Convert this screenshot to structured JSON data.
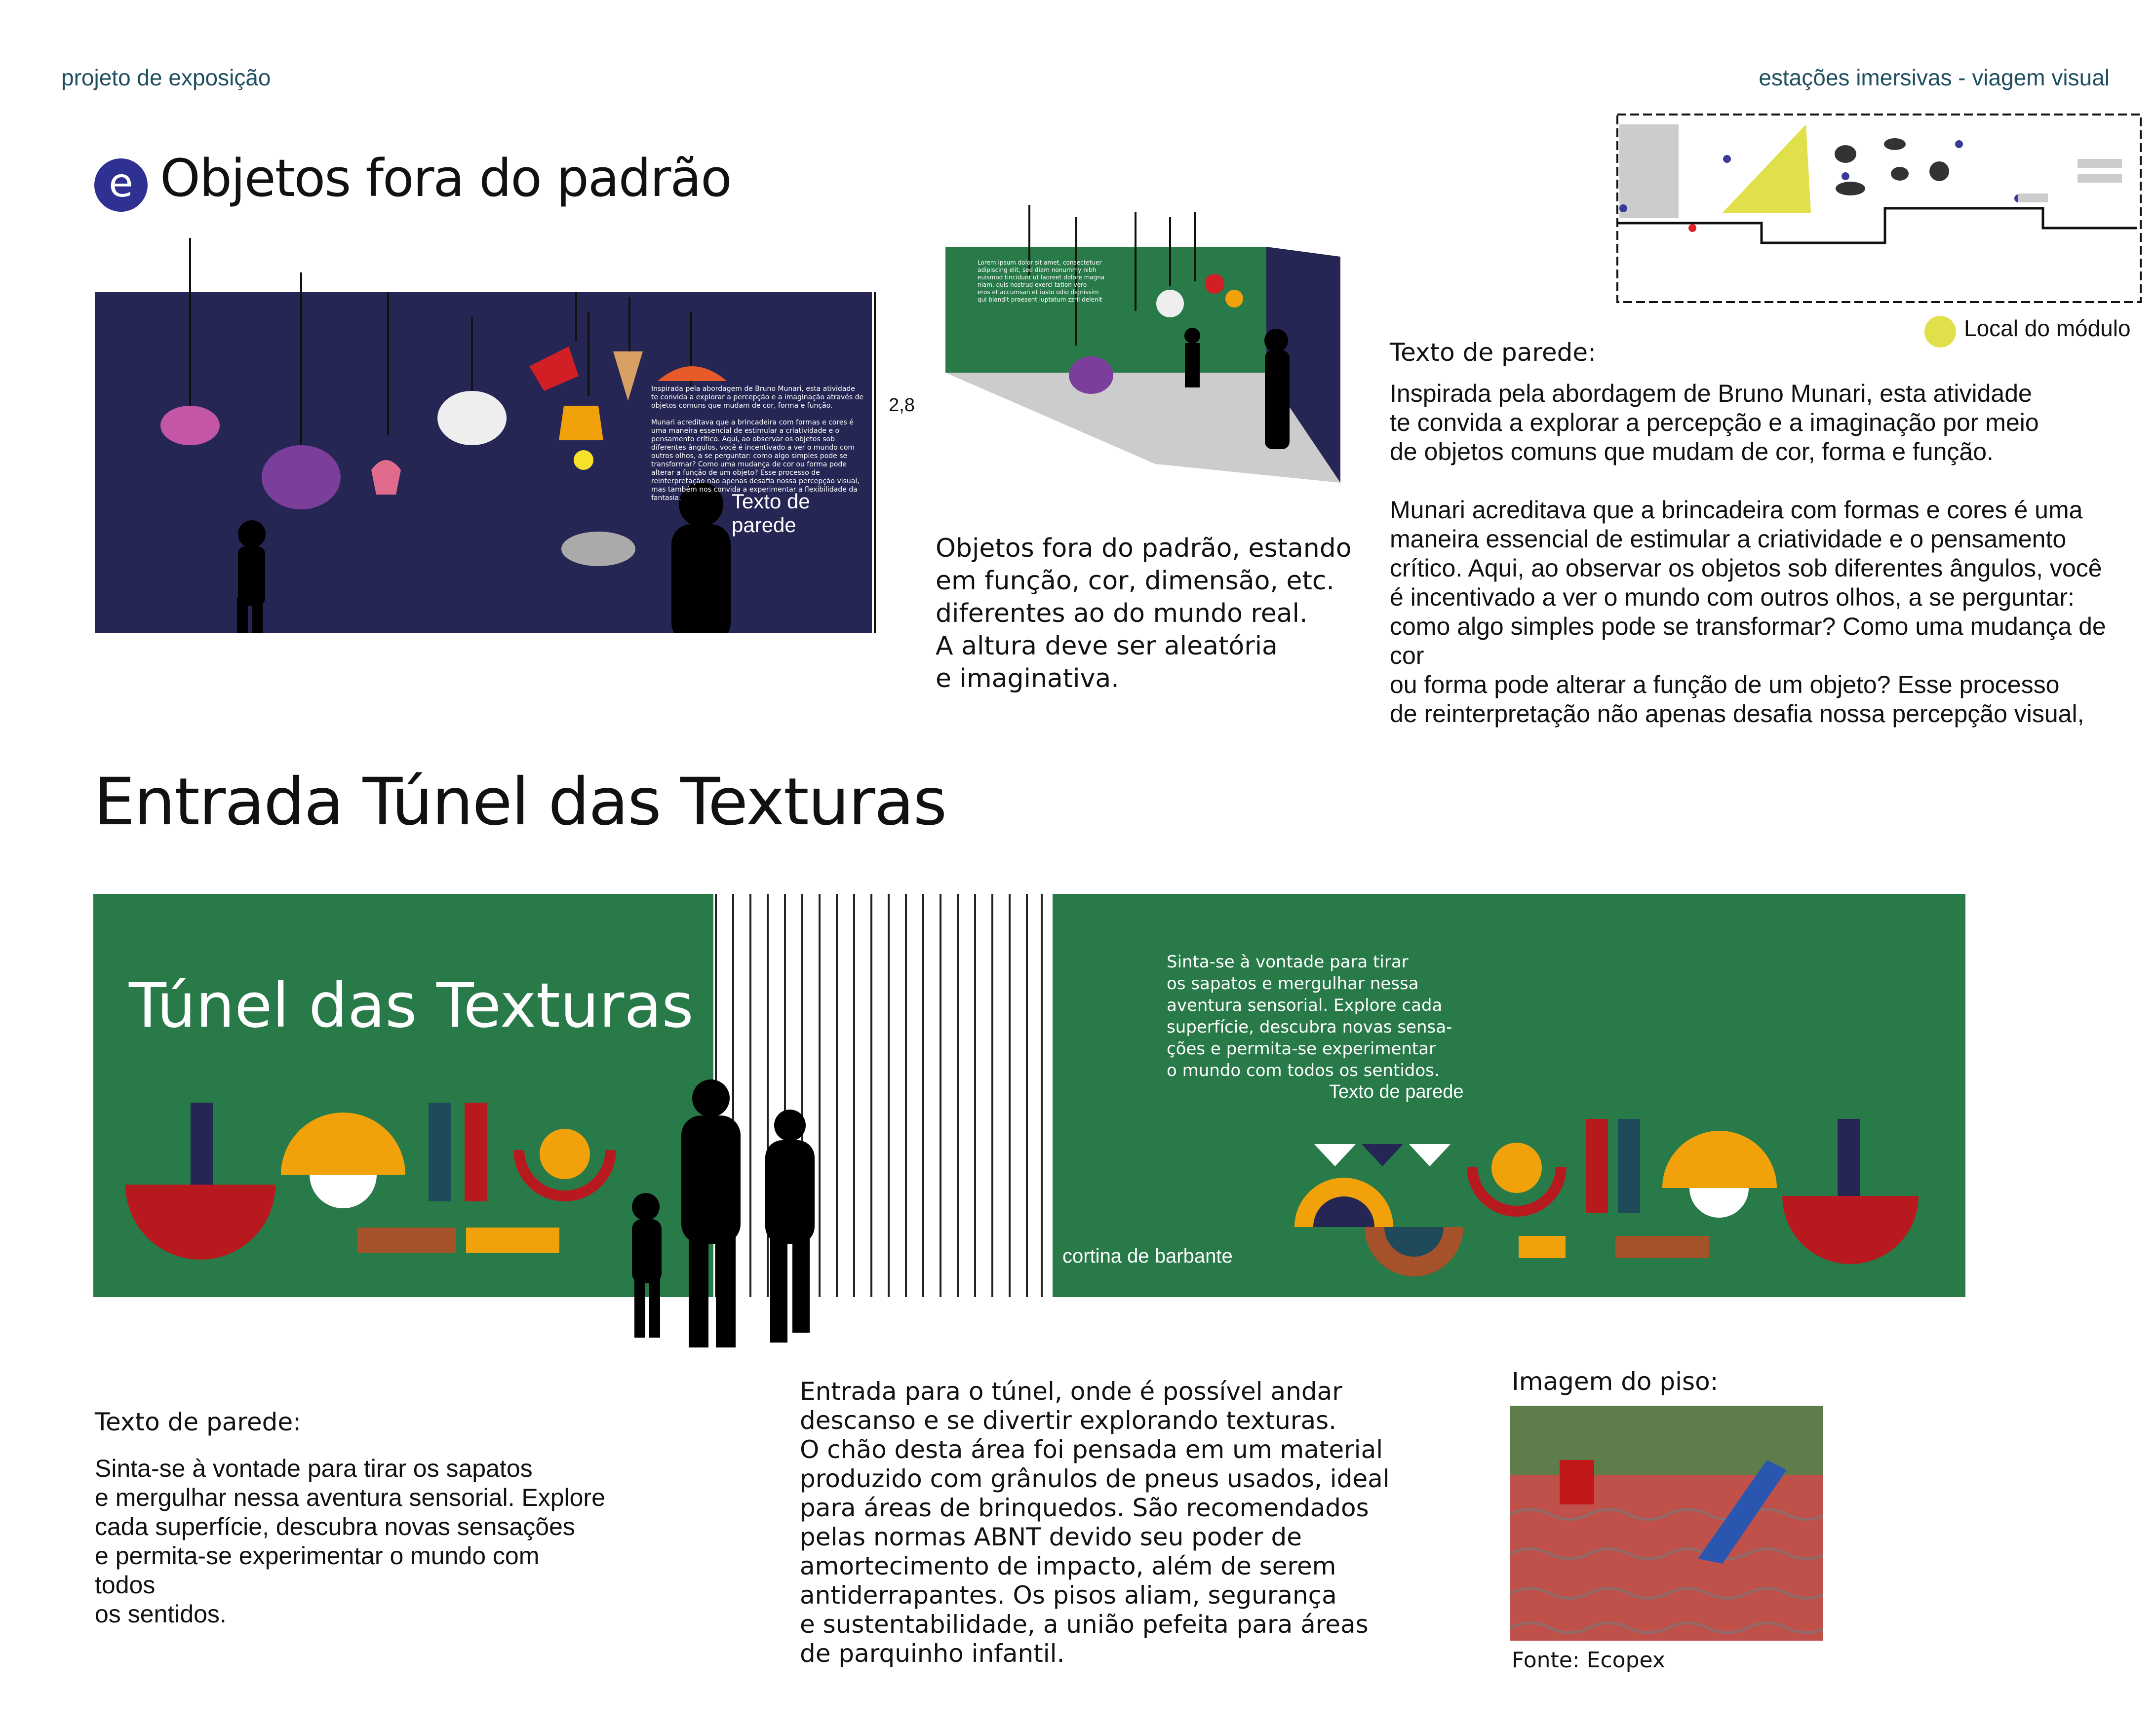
{
  "header": {
    "left": "projeto de exposição",
    "right": "estações imersivas - viagem visual"
  },
  "section_e": {
    "letter": "e",
    "title": "Objetos fora do padrão",
    "wall_panel": {
      "text": "Inspirada pela abordagem de Bruno Munari, esta atividade\nte convida a explorar a percepção e a imaginação através de\nobjetos comuns que mudam de cor, forma e função.\n\nMunari acreditava que a brincadeira com formas e cores é\numa maneira essencial de estimular a criatividade e o\npensamento crítico. Aqui, ao observar os objetos sob\ndiferentes ângulos, você é incentivado a ver o mundo com\noutros olhos, a se perguntar: como algo simples pode se\ntransformar? Como uma mudança de cor ou forma pode\nalterar a função de um objeto? Esse processo de\nreinterpretação não apenas desafia nossa percepção visual,\nmas também nos convida a experimentar a flexibilidade da\nfantasia.",
      "label": "Texto de parede",
      "height_dimension": "2,8"
    },
    "sketch_text": "Lorem ipsum dolor sit amet, consectetuer\nadipiscing elit, sed diam nonummy nibh\neuismod tincidunt ut laoreet dolore magna\nniam, quis nostrud exerci tation vero\neros et accumsan et iusto odio dignissim\nqui blandit praesent luptatum zzril delenit",
    "caption": "Objetos fora do padrão, estando\nem função, cor, dimensão, etc.\ndiferentes ao do mundo real.\nA altura deve ser aleatória\ne imaginativa.",
    "map_legend": "Local do módulo",
    "wall_text_heading": "Texto de parede:",
    "wall_text": "Inspirada pela abordagem de Bruno Munari, esta atividade\nte convida a explorar a percepção e a imaginação por meio\n de objetos comuns que mudam de cor, forma e função.\n\nMunari acreditava que a brincadeira com formas e cores é uma\nmaneira essencial de estimular a criatividade e o pensamento\ncrítico. Aqui, ao observar os objetos sob diferentes ângulos, você\né incentivado a ver o mundo com outros olhos, a se perguntar:\ncomo algo simples pode se transformar? Como uma mudança de\ncor\nou forma pode alterar a função de um objeto? Esse processo\nde reinterpretação não apenas desafia nossa percepção visual,"
  },
  "section_tunnel": {
    "title": "Entrada Túnel das Texturas",
    "panel_title": "Túnel das Texturas",
    "panel_text": "Sinta-se à vontade para tirar\nos sapatos e mergulhar nessa\naventura sensorial. Explore cada\nsuperfície, descubra novas sensa-\nções e permita-se experimentar\no mundo com todos os sentidos.",
    "panel_label": "Texto de parede",
    "curtain_label": "cortina de barbante",
    "wall_text_heading": "Texto de parede:",
    "wall_text": "Sinta-se à vontade para tirar os sapatos\ne mergulhar nessa aventura sensorial. Explore\ncada superfície, descubra novas sensações\ne permita-se experimentar o mundo com\ntodos\nos sentidos.",
    "description": "Entrada para o túnel, onde é possível andar\ndescanso e se divertir explorando texturas.\nO chão desta área foi pensada em um material\nproduzido com grânulos de pneus usados, ideal\npara áreas de brinquedos. São recomendados\npelas normas ABNT devido seu poder de\namortecimento de impacto, além de serem\nantiderrapantes. Os pisos aliam, segurança\ne sustentabilidade, a união pefeita para áreas\nde parquinho infantil.",
    "floor_heading": "Imagem do piso:",
    "floor_source": "Fonte: Ecopex"
  },
  "colors": {
    "navy": "#262655",
    "green": "#287a48",
    "red": "#b8191e",
    "yellow": "#f1a20a",
    "teal": "#1e4a5a",
    "brown": "#a5512a",
    "highlight": "#e0e04a"
  }
}
